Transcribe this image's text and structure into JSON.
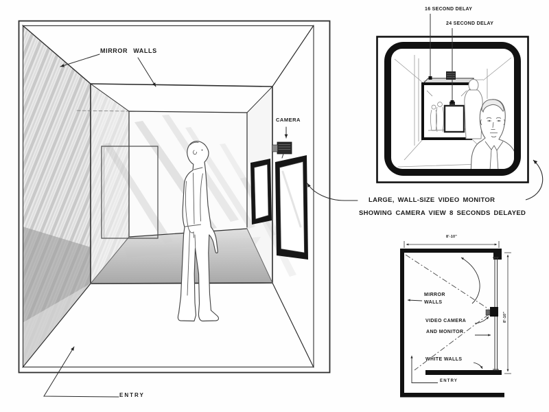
{
  "main_room": {
    "mirror_walls": "MIRROR WALLS",
    "camera": "CAMERA",
    "entry": "ENTRY"
  },
  "monitor_detail": {
    "delay_16": "16 SECOND DELAY",
    "delay_24": "24 SECOND DELAY",
    "caption_line_1": "LARGE, WALL-SIZE VIDEO MONITOR",
    "caption_line_2": "SHOWING CAMERA VIEW 8 SECONDS DELAYED"
  },
  "floor_plan": {
    "mirror_walls_line_1": "MIRROR",
    "mirror_walls_line_2": "WALLS",
    "video_camera_line_1": "VIDEO CAMERA",
    "video_camera_line_2": "AND MONITOR",
    "white_walls": "WHITE WALLS",
    "entry": "ENTRY",
    "width_dim": "8'-10\"",
    "height_dim": "8'-10\""
  },
  "colors": {
    "ink": "#1a1a1a",
    "paper": "#ffffff",
    "floor_shade": "#a8a8a8"
  }
}
